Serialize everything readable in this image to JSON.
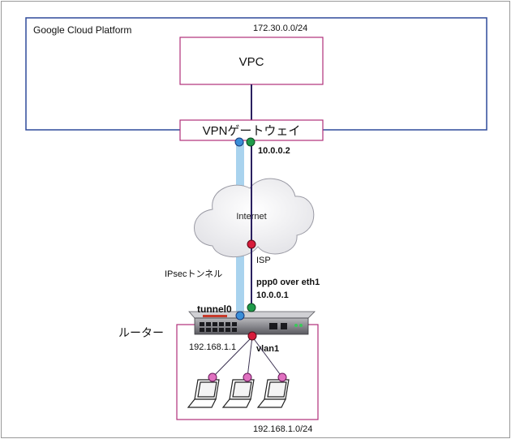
{
  "gcp": {
    "label": "Google Cloud Platform",
    "subnet": "172.30.0.0/24"
  },
  "vpc": {
    "label": "VPC"
  },
  "vpn_gateway": {
    "label": "VPNゲートウェイ",
    "ip": "10.0.0.2"
  },
  "internet": {
    "label": "Internet"
  },
  "isp": {
    "label": "ISP"
  },
  "tunnel": {
    "label": "IPsecトンネル"
  },
  "router": {
    "label": "ルーター",
    "tunnel_if": "tunnel0",
    "wan_if": "ppp0 over eth1",
    "wan_ip": "10.0.0.1",
    "lan_if": "vlan1",
    "lan_ip": "192.168.1.1"
  },
  "lan": {
    "subnet": "192.168.1.0/24"
  },
  "colors": {
    "frame": "#2e4a9a",
    "box": "#b0307a",
    "tunnel": "#a9d3ee",
    "link": "#2a2060",
    "port_blue": "#3a8ed8",
    "port_green": "#1f9a4a",
    "port_red": "#d81b3a",
    "port_pink": "#e070c0"
  }
}
